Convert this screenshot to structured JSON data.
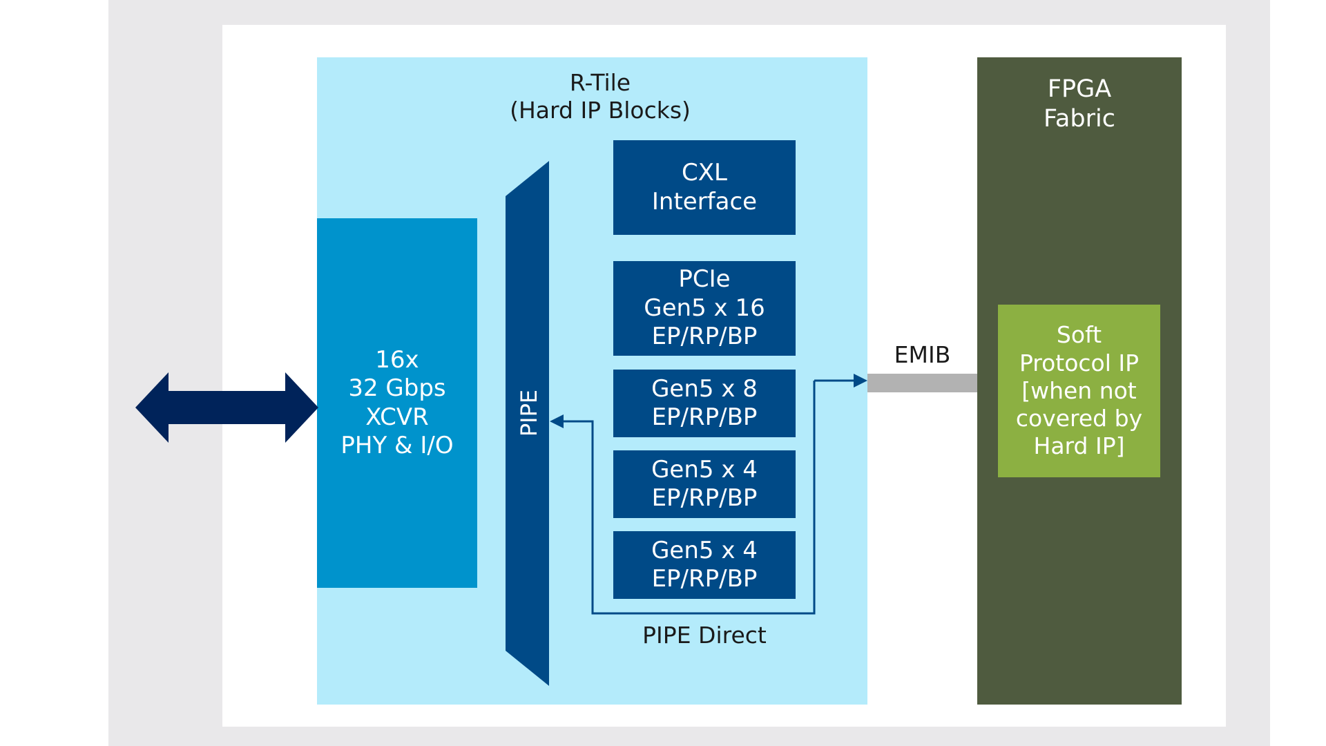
{
  "r_tile": {
    "title": "R-Tile\n(Hard IP Blocks)"
  },
  "xcvr": {
    "label": "16x\n32 Gbps\nXCVR\nPHY & I/O"
  },
  "pipe": {
    "label": "PIPE"
  },
  "cxl": {
    "label": "CXL\nInterface"
  },
  "pcie_blocks": [
    {
      "label": "PCIe\nGen5 x 16\nEP/RP/BP"
    },
    {
      "label": "Gen5 x 8\nEP/RP/BP"
    },
    {
      "label": "Gen5 x 4\nEP/RP/BP"
    },
    {
      "label": "Gen5 x 4\nEP/RP/BP"
    }
  ],
  "pipe_direct": {
    "label": "PIPE Direct"
  },
  "emib": {
    "label": "EMIB"
  },
  "fpga": {
    "title": "FPGA\nFabric"
  },
  "soft_ip": {
    "label": "Soft\nProtocol IP\n[when not\ncovered by\nHard IP]"
  },
  "colors": {
    "r_tile_bg": "#b4ebfb",
    "xcvr_bg": "#0093cc",
    "navy_block": "#004a87",
    "arrow": "#00235a",
    "fpga_bg": "#4f5b3f",
    "soft_ip_bg": "#8cb042",
    "emib_bar": "#b2b2b2"
  }
}
